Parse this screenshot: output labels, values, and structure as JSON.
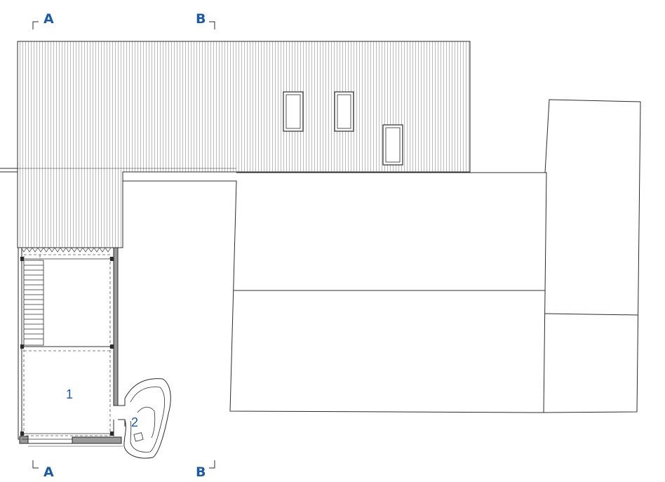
{
  "drawing": {
    "section_marks": [
      {
        "id": "A-top",
        "letter": "A"
      },
      {
        "id": "B-top",
        "letter": "B"
      },
      {
        "id": "A-bottom",
        "letter": "A"
      },
      {
        "id": "B-bottom",
        "letter": "B"
      }
    ],
    "rooms": [
      {
        "id": "room-1",
        "number": "1"
      },
      {
        "id": "room-2",
        "number": "2"
      }
    ],
    "windows_count": 3,
    "colors": {
      "line": "#2b2b2b",
      "accent": "#1a5aa6",
      "wall_fill": "#9a9a9a",
      "hatch": "#9a9a9a"
    }
  }
}
